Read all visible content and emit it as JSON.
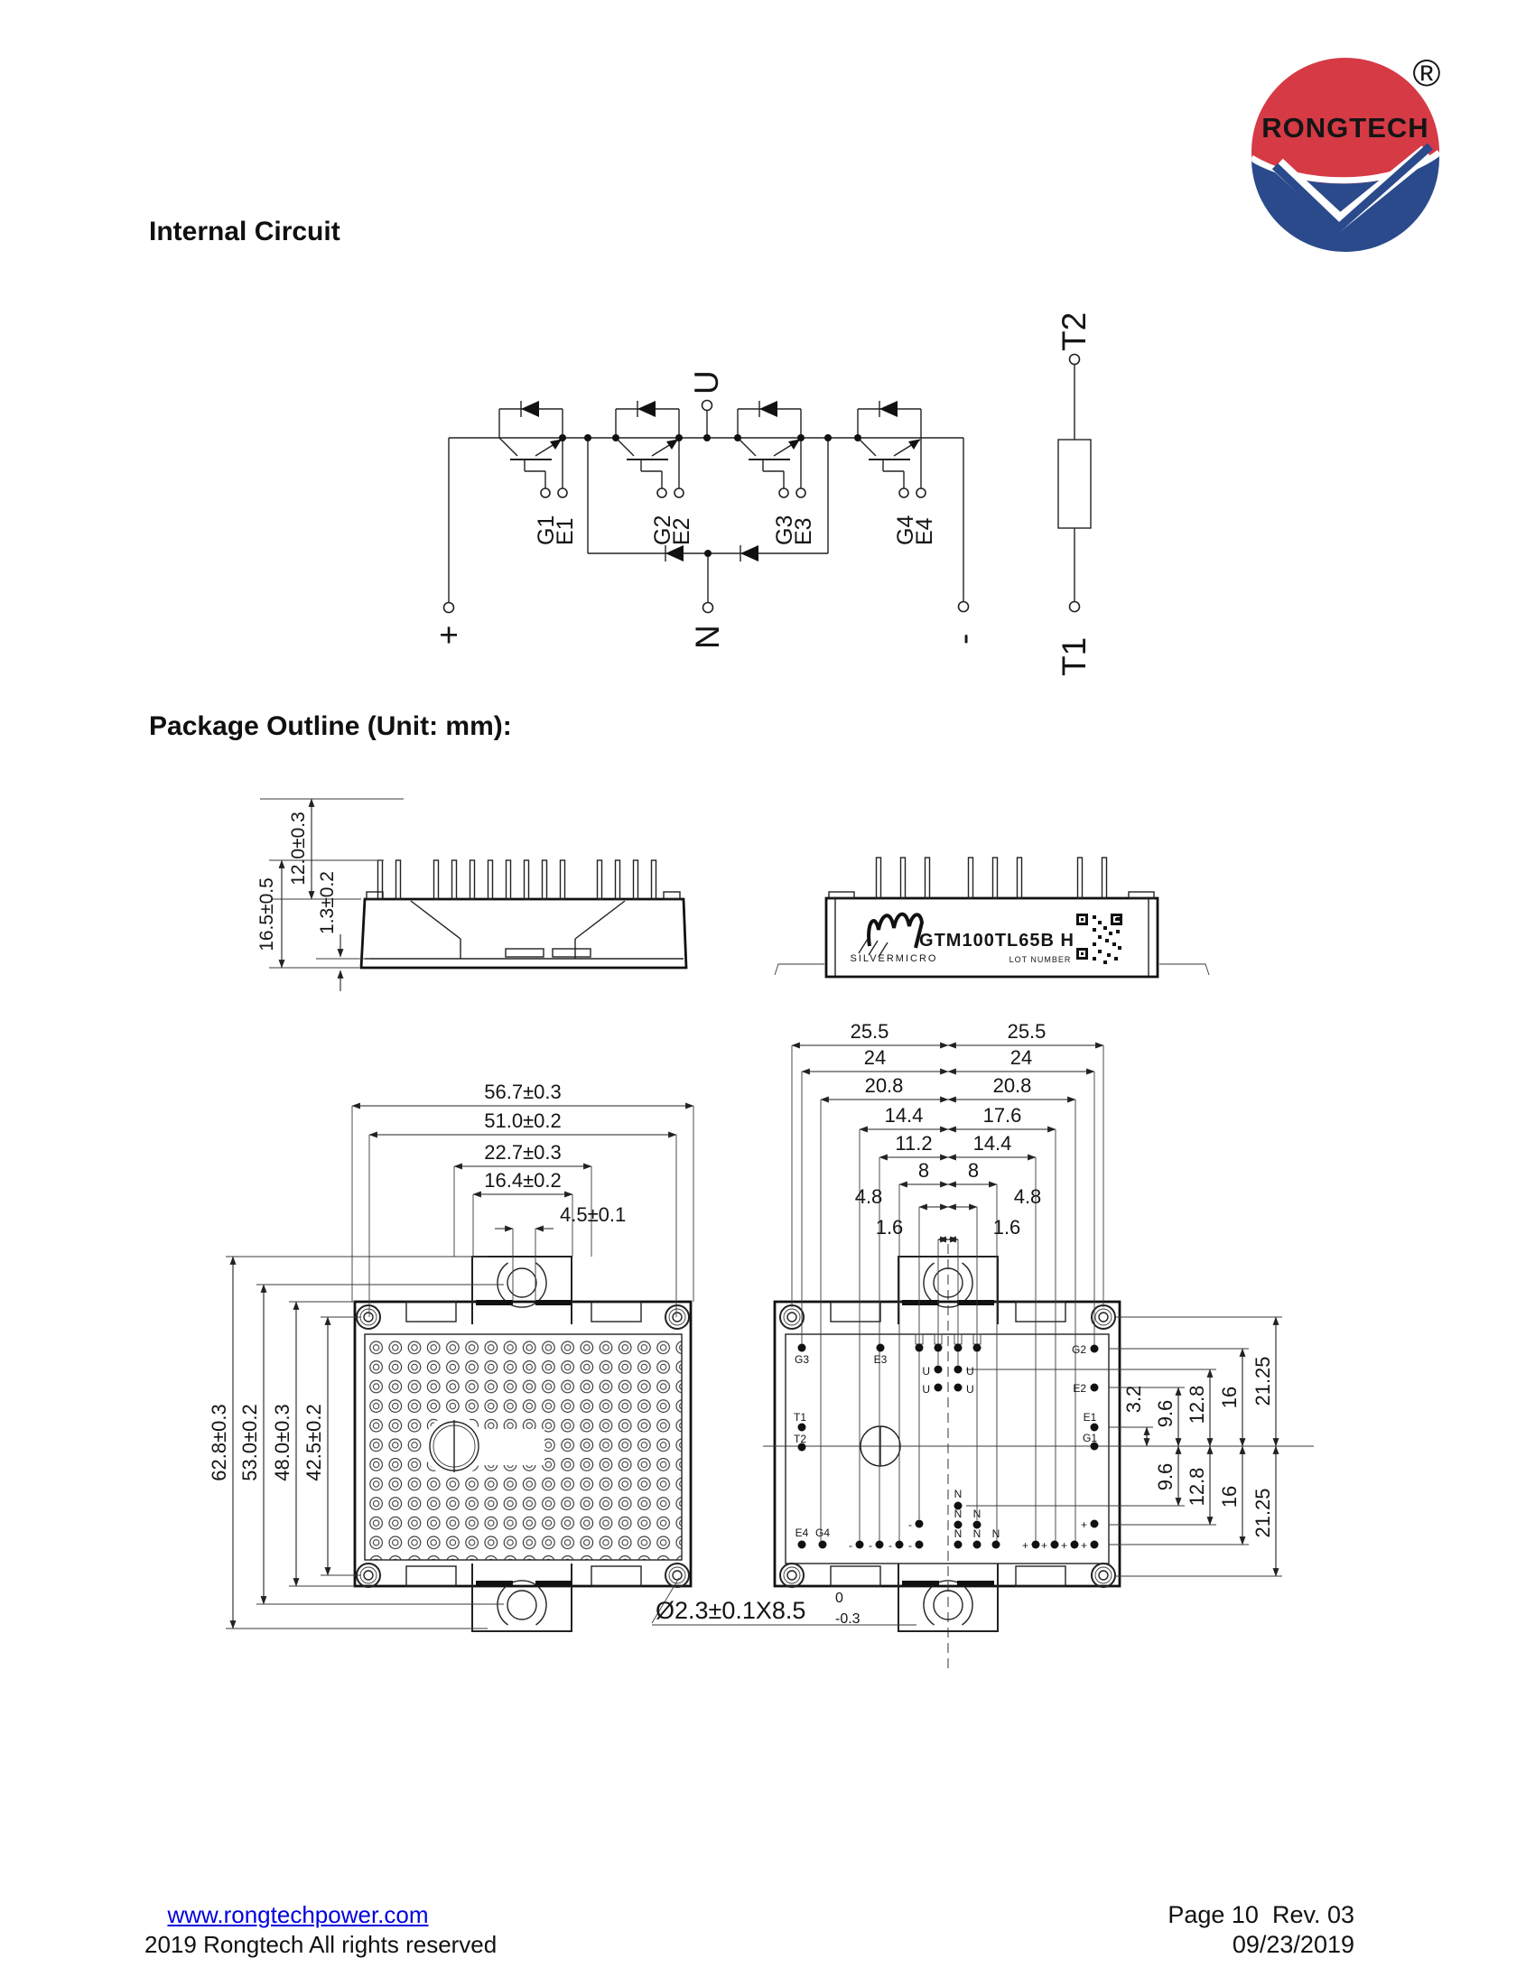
{
  "titles": {
    "section1": "Internal Circuit",
    "section2": "Package Outline (Unit: mm):"
  },
  "logo": {
    "brand": "RONGTECH",
    "registered": "®",
    "red": "#d63a45",
    "blue": "#2b4a8c"
  },
  "circuit": {
    "plus": "+",
    "minus": "-",
    "u": "U",
    "n": "N",
    "t1": "T1",
    "t2": "T2",
    "g": [
      "G1",
      "G2",
      "G3",
      "G4"
    ],
    "e": [
      "E1",
      "E2",
      "E3",
      "E4"
    ]
  },
  "outline": {
    "side": {
      "dims": [
        "12.0±0.3",
        "1.3±0.2",
        "16.5±0.5"
      ]
    },
    "label": {
      "part": "GTM100TL65B H",
      "brand": "SILVERMICRO",
      "lot": "LOT NUMBER"
    },
    "front_left": {
      "top_dims": [
        "56.7±0.3",
        "51.0±0.2",
        "22.7±0.3",
        "16.4±0.2",
        "4.5±0.1"
      ],
      "left_dims": [
        "62.8±0.3",
        "53.0±0.2",
        "48.0±0.3",
        "42.5±0.2"
      ]
    },
    "front_right": {
      "top_left_dims": [
        "25.5",
        "24",
        "20.8",
        "14.4",
        "11.2",
        "8",
        "4.8",
        "1.6"
      ],
      "top_right_dims": [
        "25.5",
        "24",
        "20.8",
        "17.6",
        "14.4",
        "8",
        "4.8",
        "1.6"
      ],
      "right_top_dims": [
        "3.2",
        "9.6",
        "12.8",
        "16",
        "21.25"
      ],
      "right_bottom_dims": [
        "9.6",
        "12.8",
        "16",
        "21.25"
      ],
      "pins": {
        "g1": "G1",
        "g2": "G2",
        "g3": "G3",
        "g4": "G4",
        "e1": "E1",
        "e2": "E2",
        "e3": "E3",
        "e4": "E4",
        "t1": "T1",
        "t2": "T2",
        "u": "U",
        "n": "N",
        "plus": "+",
        "minus": "-"
      }
    },
    "hole_note": {
      "main": "Ø2.3±0.1X8.5",
      "sup": "0",
      "sub": "-0.3"
    }
  },
  "footer": {
    "url": "www.rongtechpower.com",
    "copyright": "2019 Rongtech All rights reserved",
    "page": "Page 10  Rev. 03",
    "date": "09/23/2019"
  }
}
